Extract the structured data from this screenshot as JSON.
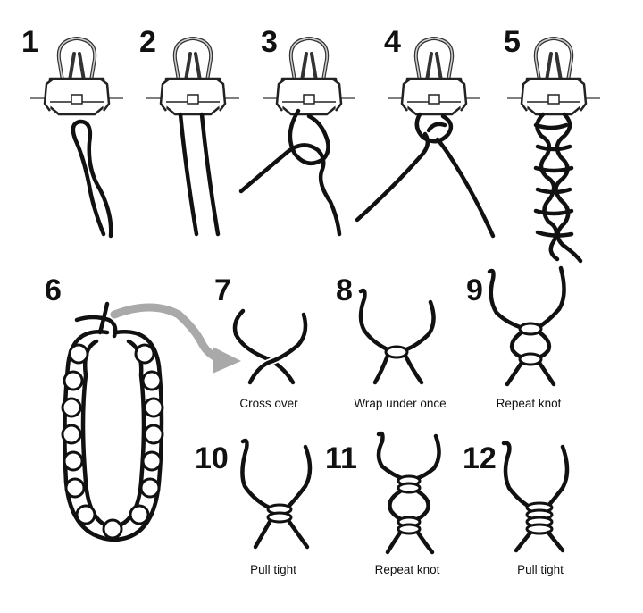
{
  "steps": [
    {
      "number": "1",
      "caption": ""
    },
    {
      "number": "2",
      "caption": ""
    },
    {
      "number": "3",
      "caption": ""
    },
    {
      "number": "4",
      "caption": ""
    },
    {
      "number": "5",
      "caption": ""
    },
    {
      "number": "6",
      "caption": ""
    },
    {
      "number": "7",
      "caption": "Cross over"
    },
    {
      "number": "8",
      "caption": "Wrap under once"
    },
    {
      "number": "9",
      "caption": "Repeat knot"
    },
    {
      "number": "10",
      "caption": "Pull tight"
    },
    {
      "number": "11",
      "caption": "Repeat knot"
    },
    {
      "number": "12",
      "caption": "Pull tight"
    }
  ],
  "colors": {
    "cord": "#111111",
    "arrow": "#a9a9a9",
    "background": "#ffffff"
  },
  "icons": [
    "binder-clip-icon",
    "curved-arrow-icon"
  ]
}
